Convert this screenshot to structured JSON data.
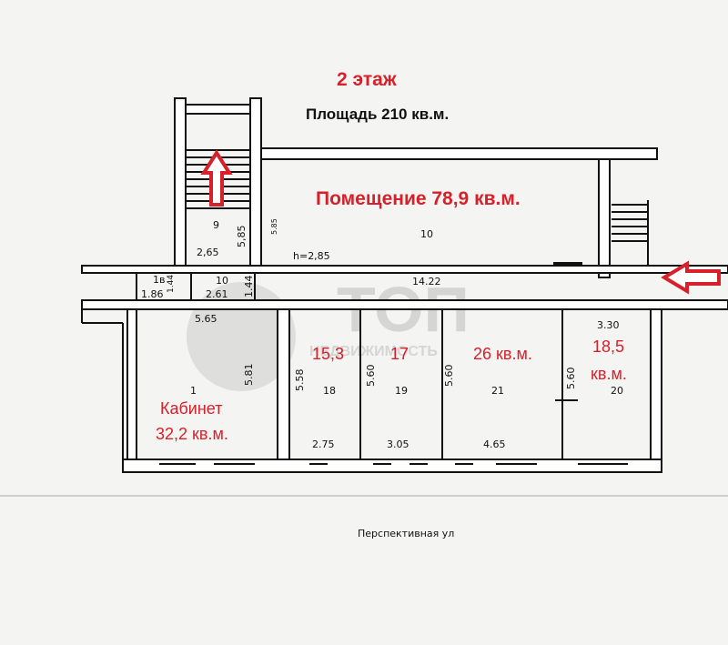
{
  "header": {
    "floor": "2 этаж",
    "total_area": "Площадь 210 кв.м."
  },
  "main_room": {
    "label": "Помещение 78,9 кв.м.",
    "number": "10",
    "height": "h=2,85",
    "length": "14.22"
  },
  "stair": {
    "number": "9",
    "depth": "5,85",
    "width": "2,65",
    "side": "5.85"
  },
  "small_rooms": {
    "r1v_number": "1в",
    "r1v_width": "1.86",
    "r1v_depth": "1.44",
    "r10_number": "10",
    "r10_width": "2.61",
    "r10_depth": "1.44"
  },
  "rooms": [
    {
      "number": "1",
      "label_line1": "Кабинет",
      "label_line2": "32,2 кв.м.",
      "width": "5.65",
      "depth": "5.81"
    },
    {
      "number": "18",
      "label": "15,3",
      "width": "2.75",
      "depth": "5.58"
    },
    {
      "number": "19",
      "label": "17",
      "width": "3.05",
      "depth": "5.60"
    },
    {
      "number": "21",
      "label": "26 кв.м.",
      "width": "4.65",
      "depth": "5.60"
    },
    {
      "number": "20",
      "label_line1": "18,5",
      "label_line2": "кв.м.",
      "width": "3.30",
      "depth": "5.60"
    }
  ],
  "street": "Перспективная ул",
  "watermark": {
    "brand": "ТОП",
    "sub": "НЕДВИЖИМОСТЬ"
  },
  "colors": {
    "accent": "#d8202a",
    "wall": "#111111",
    "paper": "#f4f4f2"
  }
}
